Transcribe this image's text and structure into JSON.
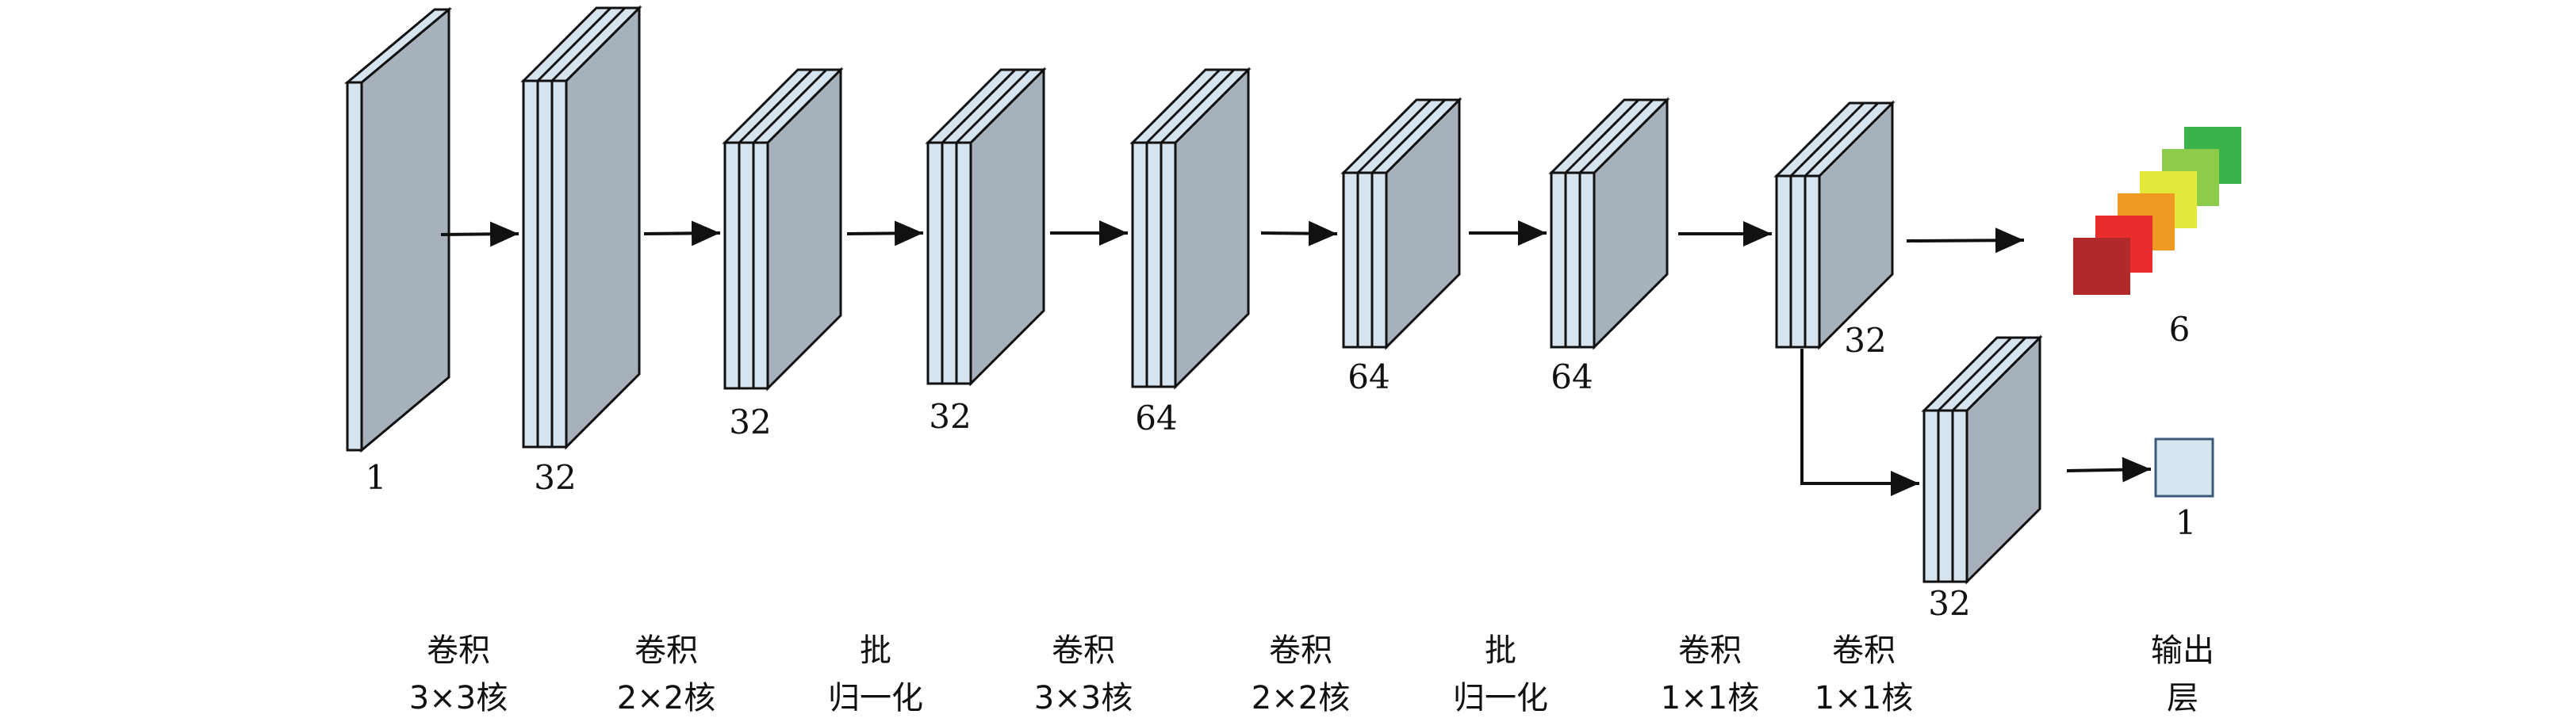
{
  "colors": {
    "slice_face": "#d6e4f0",
    "block_side": "#a6b1bb",
    "stroke": "#111111",
    "arrow": "#111111",
    "output_boxes": [
      "#b02a2a",
      "#e92c2c",
      "#ef9a22",
      "#e3e83a",
      "#8ccc4a",
      "#3bb34a"
    ],
    "output_single": "#d6e4f0"
  },
  "blocks": [
    {
      "id": "block-1",
      "channels": "1"
    },
    {
      "id": "block-2",
      "channels": "32"
    },
    {
      "id": "block-3",
      "channels": "32"
    },
    {
      "id": "block-4",
      "channels": "32"
    },
    {
      "id": "block-5",
      "channels": "64"
    },
    {
      "id": "block-6",
      "channels": "64"
    },
    {
      "id": "block-7",
      "channels": "64"
    },
    {
      "id": "block-8",
      "channels": "32"
    },
    {
      "id": "block-9",
      "channels": "32"
    }
  ],
  "outputs": {
    "multi_label": "6",
    "single_label": "1"
  },
  "layers": [
    {
      "line1": "卷积",
      "line2": "3×3核"
    },
    {
      "line1": "卷积",
      "line2": "2×2核"
    },
    {
      "line1": "批",
      "line2": "归一化"
    },
    {
      "line1": "卷积",
      "line2": "3×3核"
    },
    {
      "line1": "卷积",
      "line2": "2×2核"
    },
    {
      "line1": "批",
      "line2": "归一化"
    },
    {
      "line1": "卷积",
      "line2": "1×1核"
    },
    {
      "line1": "卷积",
      "line2": "1×1核"
    },
    {
      "line1": "输出",
      "line2": "层"
    }
  ]
}
